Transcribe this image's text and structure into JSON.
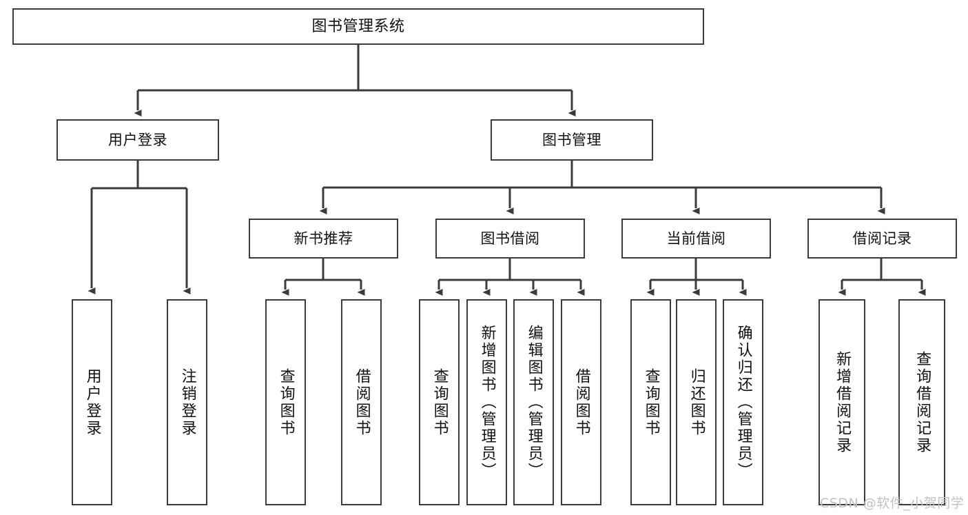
{
  "diagram": {
    "title": "图书管理系统",
    "type": "tree-hierarchy-chart",
    "colors": {
      "background": "#ffffff",
      "stroke": "#3b3b3b",
      "text": "#111111",
      "watermark": "#c2c2c2"
    },
    "root": {
      "label": "图书管理系统"
    },
    "level1": [
      {
        "label": "用户登录"
      },
      {
        "label": "图书管理"
      }
    ],
    "level2": [
      {
        "label": "新书推荐"
      },
      {
        "label": "图书借阅"
      },
      {
        "label": "当前借阅"
      },
      {
        "label": "借阅记录"
      }
    ],
    "leaves": {
      "user_login": [
        {
          "label": "用户登录"
        },
        {
          "label": "注销登录"
        }
      ],
      "new_book_recommend": [
        {
          "label": "查询图书"
        },
        {
          "label": "借阅图书"
        }
      ],
      "book_borrow": [
        {
          "label": "查询图书"
        },
        {
          "label": "新增图书（管理员）"
        },
        {
          "label": "编辑图书（管理员）"
        },
        {
          "label": "借阅图书"
        }
      ],
      "current_borrow": [
        {
          "label": "查询图书"
        },
        {
          "label": "归还图书"
        },
        {
          "label": "确认归还（管理员）"
        }
      ],
      "borrow_record": [
        {
          "label": "新增借阅记录"
        },
        {
          "label": "查询借阅记录"
        }
      ]
    }
  },
  "watermark": {
    "text": "CSDN @软件_小贺同学"
  }
}
